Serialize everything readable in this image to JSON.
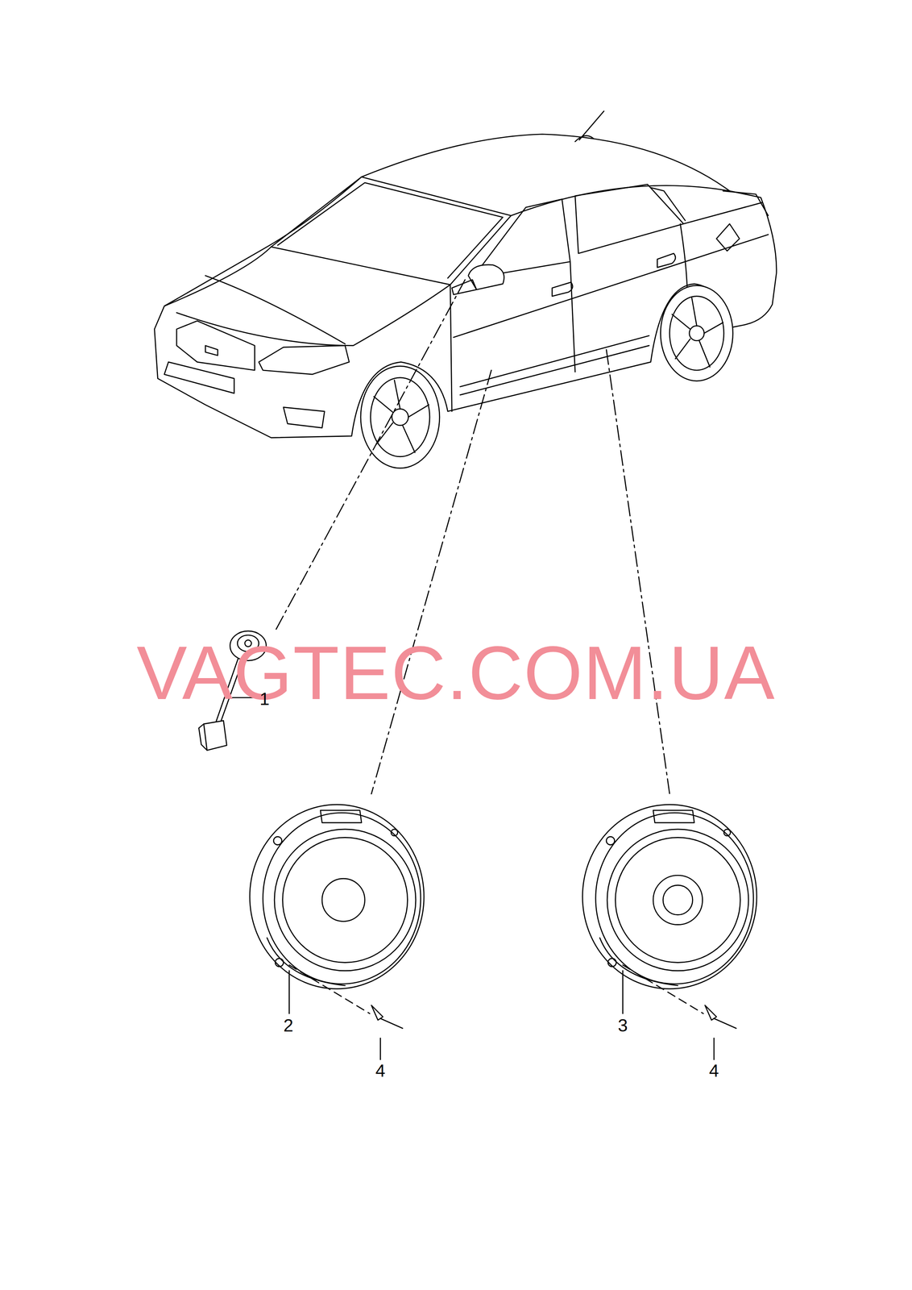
{
  "diagram": {
    "labels": [
      "VAGTEC.COM.UA",
      "1",
      "2",
      "3",
      "4",
      "4"
    ]
  }
}
